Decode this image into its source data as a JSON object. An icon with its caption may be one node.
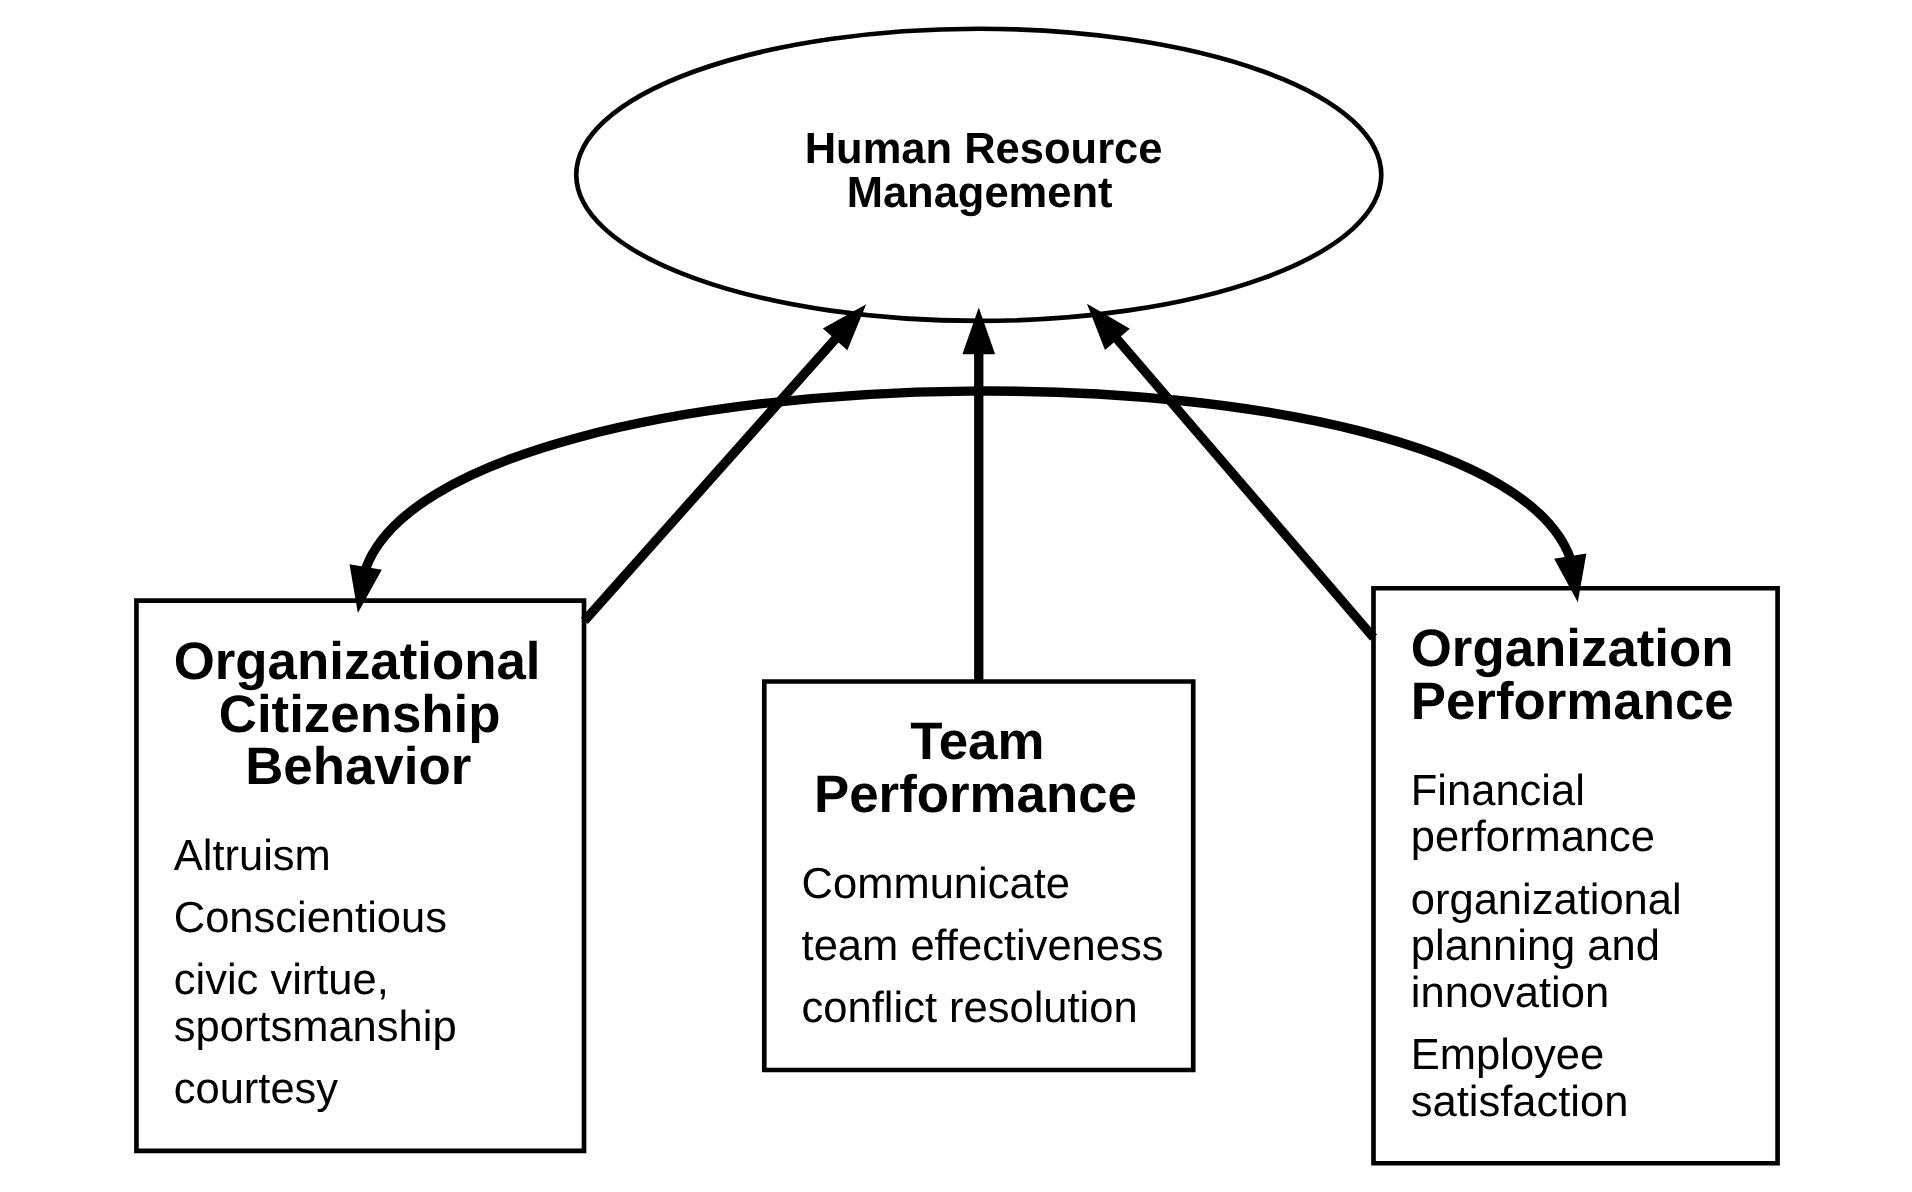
{
  "diagram": {
    "nodes": [
      {
        "text": [
          "Human Resource Management"
        ]
      },
      {
        "text": [
          "Organizational Citizenship Behavior",
          "Altruism",
          "Conscientious",
          "civic virtue, sportsmanship",
          "courtesy"
        ]
      },
      {
        "text": [
          "Team Performance",
          "Communicate",
          "team effectiveness",
          "conflict resolution"
        ]
      },
      {
        "text": [
          "Organization Performance",
          "Financial performance",
          "organizational planning and innovation",
          "Employee satisfaction"
        ]
      }
    ],
    "edges": [
      {
        "from": 1,
        "to": 0,
        "arrow": "to"
      },
      {
        "from": 2,
        "to": 0,
        "arrow": "to"
      },
      {
        "from": 3,
        "to": 0,
        "arrow": "to"
      },
      {
        "from": 1,
        "to": 3,
        "arrow": "both"
      }
    ]
  }
}
